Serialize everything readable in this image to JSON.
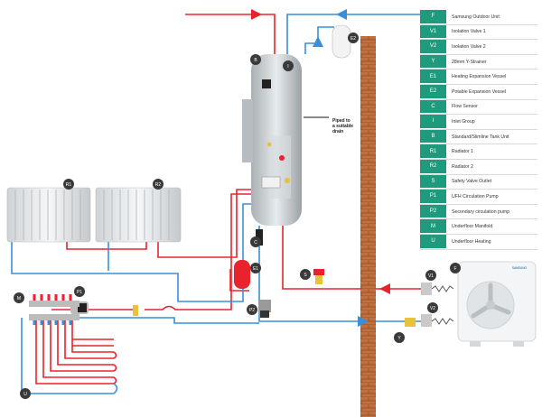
{
  "legend": [
    {
      "key": "F",
      "label": "Samsung Outdoor Unit"
    },
    {
      "key": "V1",
      "label": "Isolation Valve 1"
    },
    {
      "key": "V2",
      "label": "Isolation Valve 2"
    },
    {
      "key": "Y",
      "label": "28mm Y-Strainer"
    },
    {
      "key": "E1",
      "label": "Heating Expansion Vessel"
    },
    {
      "key": "E2",
      "label": "Potable Expansion Vessel"
    },
    {
      "key": "C",
      "label": "Flow Sensor"
    },
    {
      "key": "I",
      "label": "Inlet Group"
    },
    {
      "key": "B",
      "label": "Standard/Slimline Tank Unit"
    },
    {
      "key": "R1",
      "label": "Radiator 1"
    },
    {
      "key": "R2",
      "label": "Radiator 2"
    },
    {
      "key": "S",
      "label": "Safety Valve Outlet"
    },
    {
      "key": "P1",
      "label": "UFH Circulation Pump"
    },
    {
      "key": "P2",
      "label": "Secondary circulation pump"
    },
    {
      "key": "M",
      "label": "Underfloor Manifold"
    },
    {
      "key": "U",
      "label": "Underfloor Heating"
    }
  ],
  "note": {
    "line1": "Piped to",
    "line2": "a suitable",
    "line3": "drain"
  },
  "badges": {
    "b": "B",
    "i": "I",
    "e2": "E2",
    "r1": "R1",
    "r2": "R2",
    "c": "C",
    "e1": "E1",
    "s": "S",
    "p2": "P2",
    "p1": "P1",
    "m": "M",
    "u": "U",
    "f": "F",
    "v1": "V1",
    "v2": "V2",
    "y": "Y"
  },
  "outdoor_unit_brand": "SAMSUNG",
  "colors": {
    "flow": "#e8232c",
    "return": "#3a8fd6",
    "legend_key": "#1e9a7c",
    "wall": "#b8643c"
  }
}
